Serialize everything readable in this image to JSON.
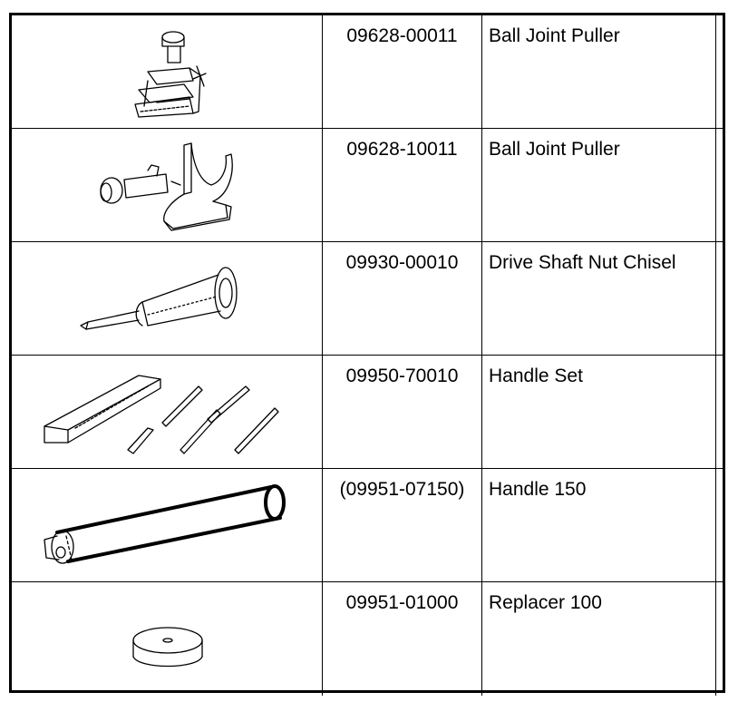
{
  "tools": [
    {
      "part_number": "09628-00011",
      "name": "Ball Joint Puller",
      "illustration": "ball-joint-puller-small-illustration"
    },
    {
      "part_number": "09628-10011",
      "name": "Ball Joint Puller",
      "illustration": "ball-joint-puller-clamp-illustration"
    },
    {
      "part_number": "09930-00010",
      "name": "Drive Shaft Nut Chisel",
      "illustration": "chisel-illustration"
    },
    {
      "part_number": "09950-70010",
      "name": "Handle Set",
      "illustration": "handle-set-illustration"
    },
    {
      "part_number": "(09951-07150)",
      "name": "Handle 150",
      "illustration": "handle-bar-illustration"
    },
    {
      "part_number": "09951-01000",
      "name": "Replacer 100",
      "illustration": "replacer-disc-illustration"
    }
  ]
}
